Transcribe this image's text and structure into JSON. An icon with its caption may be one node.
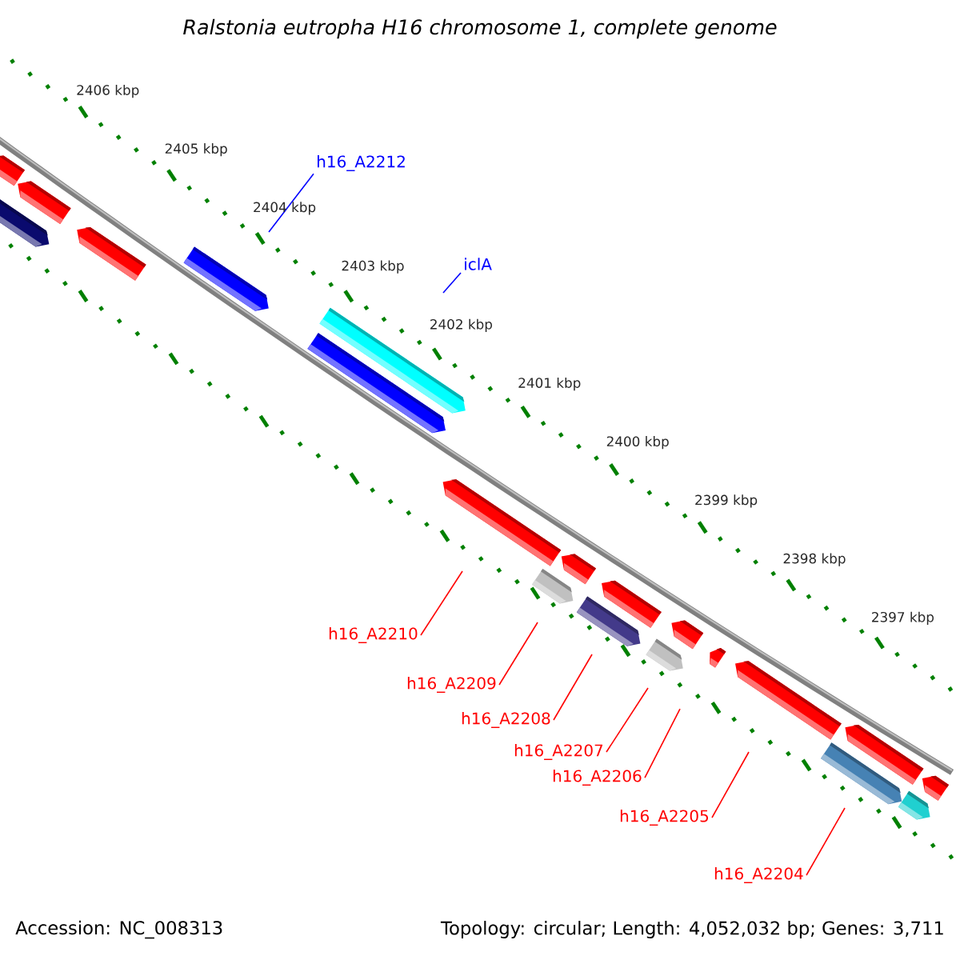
{
  "diagram": {
    "title": "Ralstonia eutropha H16 chromosome 1, complete genome",
    "nodes": [
      {
        "text": [
          "h16_A2212"
        ]
      },
      {
        "text": [
          "iclA"
        ]
      },
      {
        "text": [
          "h16_A2210"
        ]
      },
      {
        "text": [
          "h16_A2209"
        ]
      },
      {
        "text": [
          "h16_A2208"
        ]
      },
      {
        "text": [
          "h16_A2207"
        ]
      },
      {
        "text": [
          "h16_A2206"
        ]
      },
      {
        "text": [
          "h16_A2205"
        ]
      },
      {
        "text": [
          "h16_A2204"
        ]
      }
    ],
    "edges": [
      {
        "from": 0,
        "to": null,
        "arrow": "none",
        "color": "#0000ff"
      },
      {
        "from": 1,
        "to": null,
        "arrow": "none",
        "color": "#0000ff"
      },
      {
        "from": 2,
        "to": null,
        "arrow": "none"
      },
      {
        "from": 3,
        "to": null,
        "arrow": "none"
      },
      {
        "from": 4,
        "to": null,
        "arrow": "none"
      },
      {
        "from": 5,
        "to": null,
        "arrow": "none"
      },
      {
        "from": 6,
        "to": null,
        "arrow": "none"
      },
      {
        "from": 7,
        "to": null,
        "arrow": "none"
      },
      {
        "from": 8,
        "to": null,
        "arrow": "none"
      }
    ],
    "labels": [
      "2406 kbp",
      "2405 kbp",
      "2404 kbp",
      "2403 kbp",
      "2402 kbp",
      "2401 kbp",
      "2400 kbp",
      "2399 kbp",
      "2398 kbp",
      "2397 kbp",
      "Accession: NC_008313",
      "Topology: circular; Length: 4,052,032 bp; Genes: 3,711"
    ]
  }
}
